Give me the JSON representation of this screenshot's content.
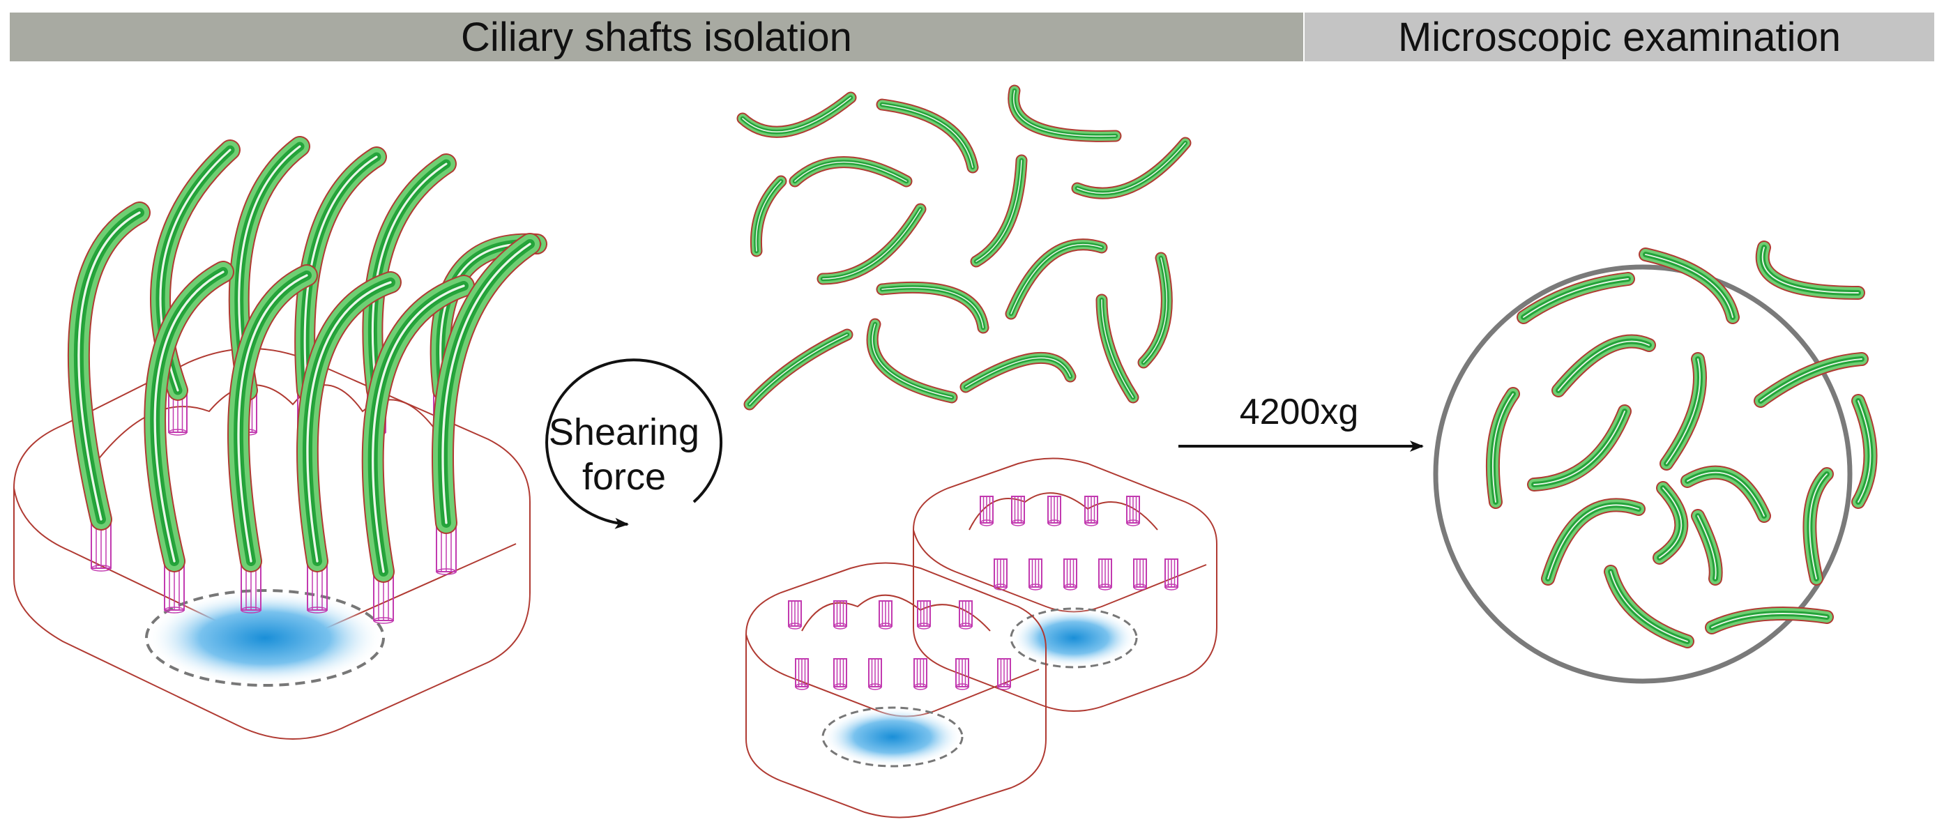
{
  "headers": {
    "left": "Ciliary shafts isolation",
    "right": "Microscopic examination"
  },
  "steps": {
    "shear_line1": "Shearing",
    "shear_line2": "force",
    "centrifuge": "4200xg"
  },
  "colors": {
    "banner_left": "#a8aaa2",
    "banner_right": "#c4c4c4",
    "cilium_fill": "#6fcf73",
    "cilium_line": "#1e9e35",
    "outline": "#b03a32",
    "basal_body": "#c23ab0",
    "nucleus": "#2a9fe0",
    "dish": "#777777"
  }
}
